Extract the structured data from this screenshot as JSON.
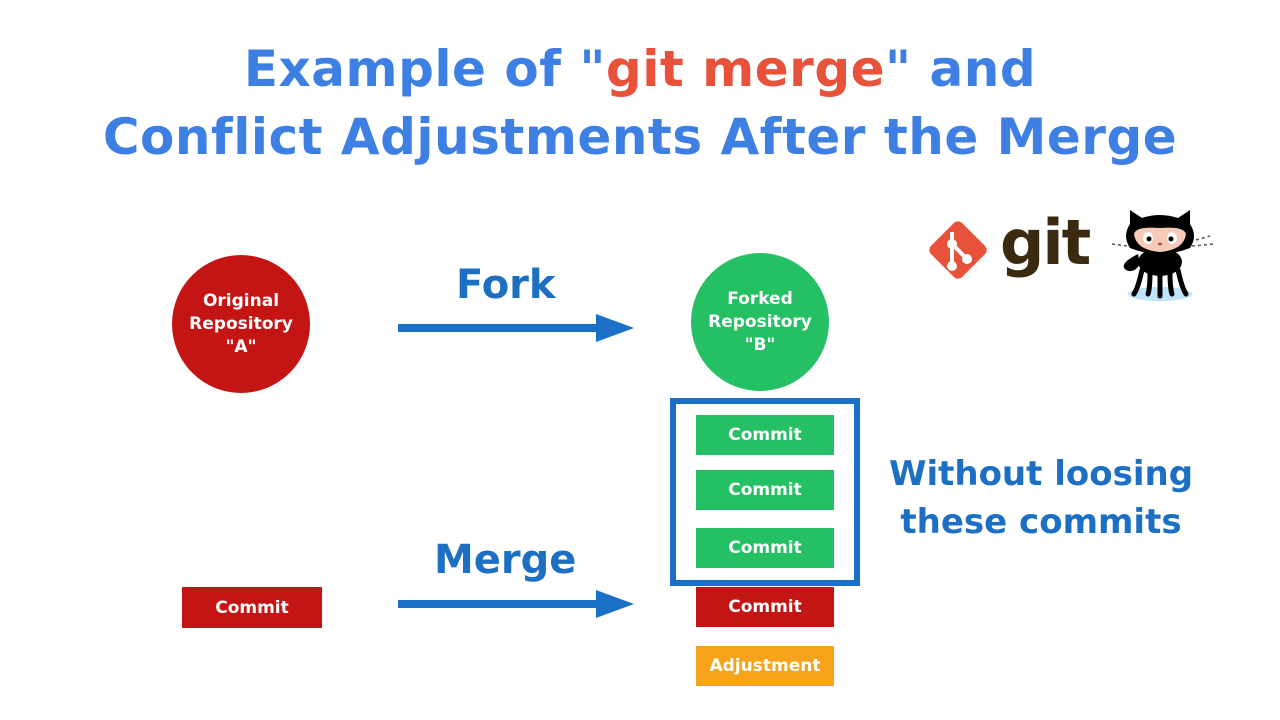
{
  "title": {
    "line1_pre": "Example of \"",
    "line1_highlight": "git merge",
    "line1_post": "\" and",
    "line2": "Conflict Adjustments After the Merge"
  },
  "colors": {
    "title_blue": "#3d7fe3",
    "highlight_red": "#e8513a",
    "arrow_blue": "#1a6fc7",
    "repo_red": "#c41515",
    "repo_green": "#25c064",
    "adjust_orange": "#f7a21b"
  },
  "diagram": {
    "original_repo": "Original\nRepository\n\"A\"",
    "forked_repo": "Forked\nRepository\n\"B\"",
    "fork_label": "Fork",
    "merge_label": "Merge",
    "forked_commits": [
      "Commit",
      "Commit",
      "Commit"
    ],
    "original_commit": "Commit",
    "merged_commit": "Commit",
    "adjustment": "Adjustment",
    "note": "Without loosing\nthese commits"
  },
  "logos": {
    "git_word": "git",
    "git_icon": "git-logo-icon",
    "octocat_icon": "octocat-icon"
  }
}
